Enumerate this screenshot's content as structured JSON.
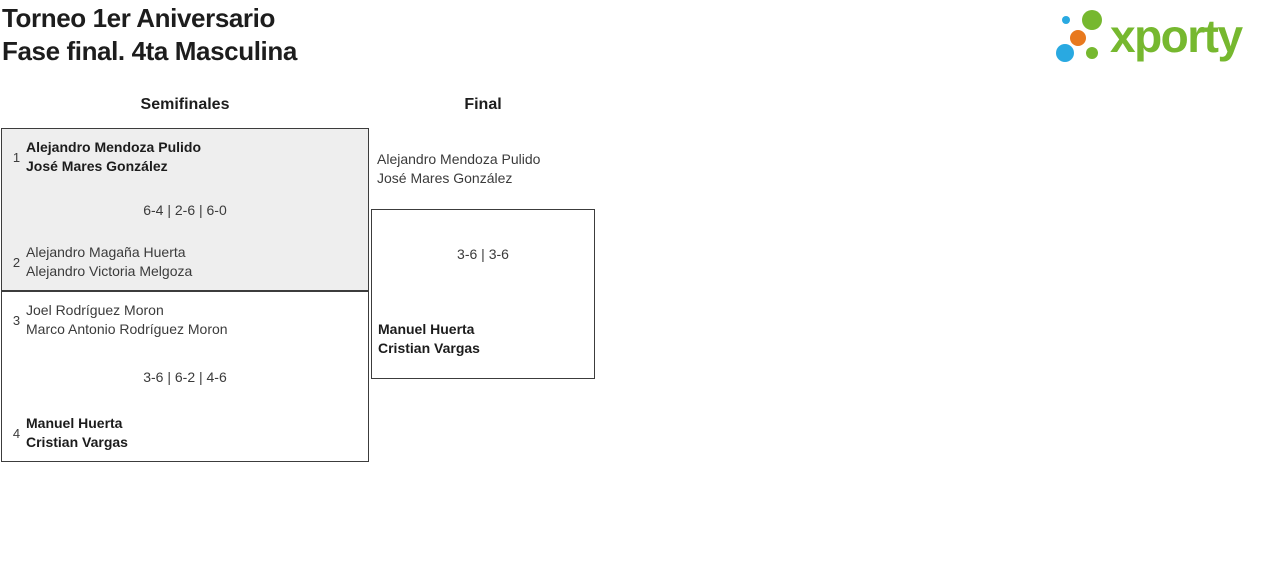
{
  "header": {
    "title_line1": "Torneo 1er Aniversario",
    "title_line2": "Fase final. 4ta Masculina"
  },
  "logo": {
    "wordmark": "xporty",
    "green": "#76b82f",
    "blue": "#29a9e1",
    "orange": "#e8791e"
  },
  "bracket": {
    "rounds": [
      {
        "label": "Semifinales"
      },
      {
        "label": "Final"
      }
    ],
    "semifinals": [
      {
        "team1": {
          "seed": "1",
          "players": [
            "Alejandro Mendoza Pulido",
            "José Mares González"
          ],
          "winner": true
        },
        "score": "6-4 | 2-6 | 6-0",
        "team2": {
          "seed": "2",
          "players": [
            "Alejandro Magaña Huerta",
            "Alejandro Victoria Melgoza"
          ],
          "winner": false
        }
      },
      {
        "team1": {
          "seed": "3",
          "players": [
            "Joel Rodríguez Moron",
            "Marco Antonio Rodríguez Moron"
          ],
          "winner": false
        },
        "score": "3-6 | 6-2 | 4-6",
        "team2": {
          "seed": "4",
          "players": [
            "Manuel Huerta",
            "Cristian Vargas"
          ],
          "winner": true
        }
      }
    ],
    "final": {
      "team1": {
        "players": [
          "Alejandro Mendoza Pulido",
          "José Mares González"
        ],
        "winner": false
      },
      "score": "3-6 | 3-6",
      "team2": {
        "players": [
          "Manuel Huerta",
          "Cristian Vargas"
        ],
        "winner": true
      }
    }
  }
}
